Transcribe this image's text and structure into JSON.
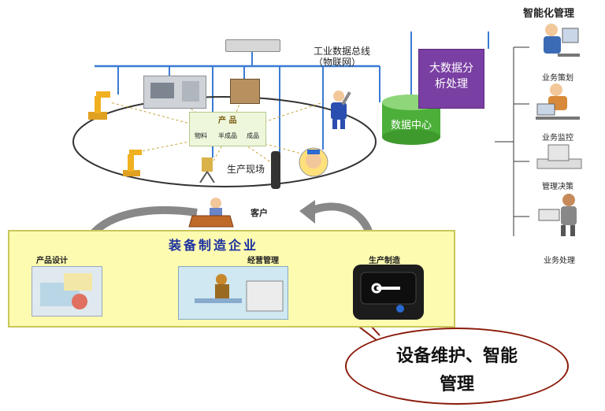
{
  "top": {
    "bus_label_line1": "工业数据总线",
    "bus_label_line2": "（物联网）",
    "product_box_title": "产 品",
    "product_steps": [
      "物料",
      "半成品",
      "成品"
    ],
    "field_label": "生产现场",
    "big_data_line1": "大数据分",
    "big_data_line2": "析处理",
    "data_center": "数据中心"
  },
  "right_panel": {
    "title": "智能化管理",
    "items": [
      "业务策划",
      "业务监控",
      "管理决策",
      "业务处理"
    ]
  },
  "bottom": {
    "customer": "客户",
    "enterprise_title": "装备制造企业",
    "design": "产品设计",
    "management": "经营管理",
    "production": "生产制造"
  },
  "callout": {
    "line1": "设备维护、智能",
    "line2": "管理"
  },
  "colors": {
    "bus": "#3a7bd5",
    "big_data": "#7a3fa3",
    "data_center": "#4caf3a",
    "yellow_panel": "#fdfbb0",
    "callout_border": "#8a1a0a",
    "enterprise_title": "#1a2fa0"
  }
}
